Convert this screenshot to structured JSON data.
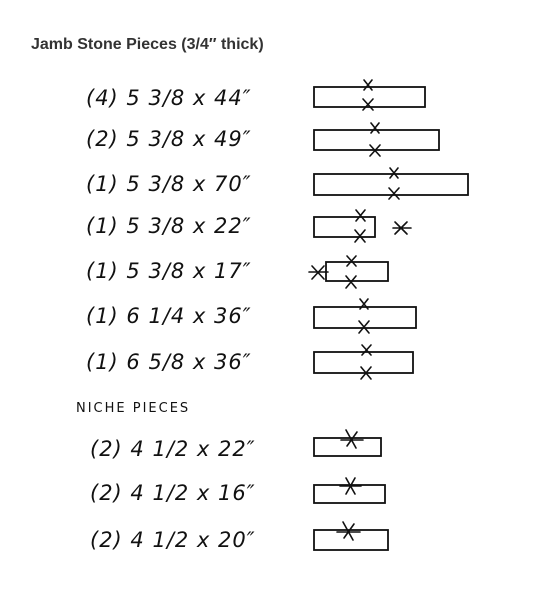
{
  "title": "Jamb Stone Pieces (3/4″ thick)",
  "pieces": [
    {
      "text": "(4)  5 3/8 x 44″"
    },
    {
      "text": "(2)  5 3/8 x 49″"
    },
    {
      "text": "(1)  5 3/8 x 70″"
    },
    {
      "text": "(1)  5 3/8 x 22″"
    },
    {
      "text": "(1)  5 3/8 x 17″"
    },
    {
      "text": "(1)  6 1/4 x 36″"
    },
    {
      "text": "(1)  6 5/8 x 36″"
    }
  ],
  "section_label": "NICHE PIECES",
  "niche_pieces": [
    {
      "text": "(2)  4 1/2 x 22″"
    },
    {
      "text": "(2)  4 1/2 x 16″"
    },
    {
      "text": "(2)  4 1/2 x 20″"
    }
  ]
}
